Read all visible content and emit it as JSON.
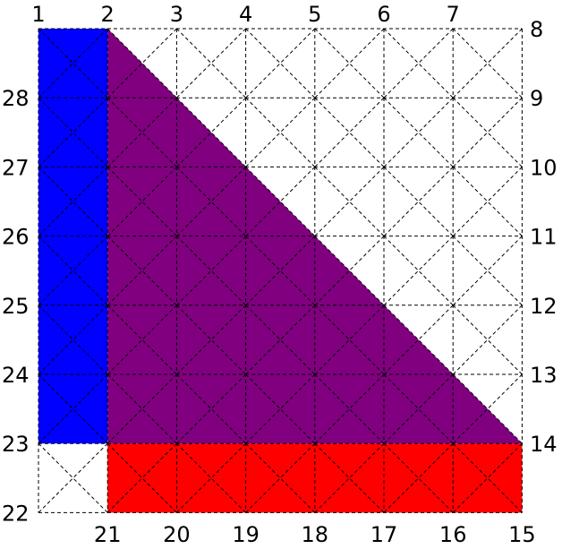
{
  "diagram": {
    "grid": {
      "cols": 7,
      "rows": 7,
      "diagonals": true,
      "line_style": "dashed"
    },
    "labels": {
      "top": [
        "1",
        "2",
        "3",
        "4",
        "5",
        "6",
        "7"
      ],
      "right": [
        "8",
        "9",
        "10",
        "11",
        "12",
        "13",
        "14"
      ],
      "bottom": [
        "15",
        "16",
        "17",
        "18",
        "19",
        "20",
        "21"
      ],
      "left": [
        "22",
        "23",
        "24",
        "25",
        "26",
        "27",
        "28"
      ]
    },
    "regions": [
      {
        "name": "blue-column",
        "color": "#0000ff",
        "cells": "col 1, rows 1-6"
      },
      {
        "name": "purple-triangle",
        "color": "#800080",
        "cells": "triangle from corner 2 to 14 and 23"
      },
      {
        "name": "red-bottom-strip",
        "color": "#ff0000",
        "cells": "row 7, cols 2-7"
      }
    ]
  }
}
